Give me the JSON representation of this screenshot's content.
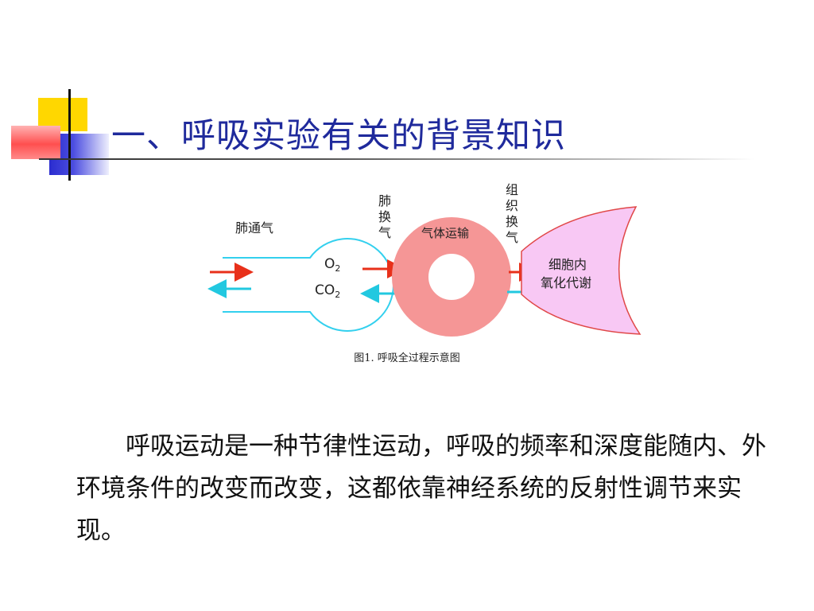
{
  "slide": {
    "title": "一、呼吸实验有关的背景知识",
    "figure": {
      "label_lung_ventilation": "肺通气",
      "label_lung_exchange": [
        "肺",
        "换",
        "气"
      ],
      "label_gas_transport": "气体运输",
      "label_tissue_exchange": [
        "组",
        "织",
        "换",
        "气"
      ],
      "label_o2": "O",
      "label_o2_sub": "2",
      "label_co2": "CO",
      "label_co2_sub": "2",
      "label_cell_line1": "细胞内",
      "label_cell_line2": "氧化代谢",
      "caption": "图1. 呼吸全过程示意图",
      "colors": {
        "o2_arrow": "#e8301a",
        "co2_arrow": "#22c8e0",
        "lung_outline": "#33d0ee",
        "blood_ring": "#f59696",
        "cell_fill": "#f8c8f4",
        "cell_outline": "#e04848"
      }
    },
    "paragraph": "呼吸运动是一种节律性运动，呼吸的频率和深度能随内、外环境条件的改变而改变，这都依靠神经系统的反射性调节来实现。"
  }
}
